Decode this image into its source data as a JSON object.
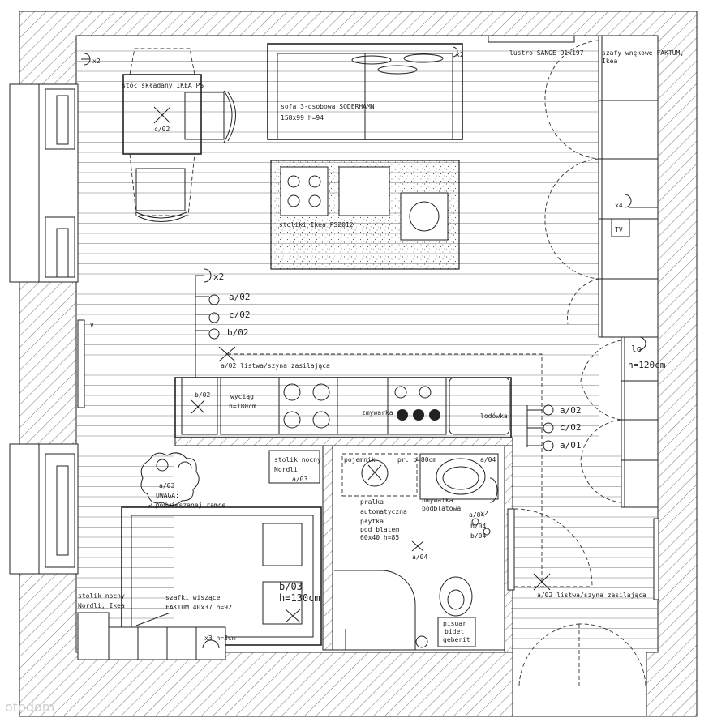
{
  "labels": {
    "table": "stół składany IKEA PS",
    "table_code": "c/02",
    "sofa_line1": "sofa 3-osobowa SODERHAMN",
    "sofa_line2": "158x99 h=94",
    "lamp": "lustro SANGE 91x197",
    "wardrobe_line1": "szafy wnękowe FAKTUM,",
    "wardrobe_line2": "Ikea",
    "x2_top": "x2",
    "x2_mid": "x2",
    "x4": "x4",
    "tv_right": "TV",
    "tv_left": "TV",
    "coffee_tables": "stoliki Ikea PS2012",
    "sock_a02": "a/02",
    "sock_c02": "c/02",
    "sock_b02": "b/02",
    "rail_upper": "a/02 listwa/szyna zasilająca",
    "light_lo": "lo",
    "light_h120": "h=120cm",
    "kitchen_b02": "b/02",
    "hood_line1": "wyciąg",
    "hood_line2": "h=180cm",
    "dishwasher": "zmywarka",
    "fridge": "lodówka",
    "right_a02": "a/02",
    "right_c02": "c/02",
    "right_a01": "a/01",
    "nightstand_top_line1": "stolik nocny",
    "nightstand_top_line2": "Nordli",
    "nightstand_top_code": "a/03",
    "warning_code": "a/03",
    "warning_line1": "UWAGA:",
    "warning_line2": "w podwieszanej ramce",
    "bath_pojemnik": "pojemnik",
    "bath_pr": "pr. b=80cm",
    "bath_umyw_line1": "umywalka",
    "bath_umyw_line2": "podblatowa",
    "bath_a04": "a/04",
    "bath_pralka_1": "pralka",
    "bath_pralka_2": "automatyczna",
    "bath_pralka_3": "płytka",
    "bath_pralka_4": "pod blatem",
    "bath_pralka_5": "60x40 h=85",
    "bath_center": "a/04",
    "bath_small_1": "a/04",
    "bath_small_2": "b/04",
    "bath_small_3": "b/04",
    "bath_small_x": "x2",
    "bath_wc_1": "pisuar",
    "bath_wc_2": "bidet",
    "bath_wc_3": "geberit",
    "nightstand_bl_line1": "stolik nocny",
    "nightstand_bl_line2": "Nordli, Ikea",
    "cabinets_line1": "szafki wiszące",
    "cabinets_line2": "FAKTUM 40x37 h=92",
    "bed_b03": "b/03",
    "bed_h130": "h=130cm",
    "x3": "x3 h=3cm",
    "rail_lower": "a/02 listwa/szyna zasilająca",
    "watermark": "otodom"
  },
  "colors": {
    "line": "#222222",
    "hatch": "#777777",
    "floor_line": "#b8b8b8",
    "background": "#ffffff"
  },
  "icons": [
    "cross-marker-icon",
    "ceiling-light-icon",
    "socket-icon",
    "door-swing-icon"
  ]
}
